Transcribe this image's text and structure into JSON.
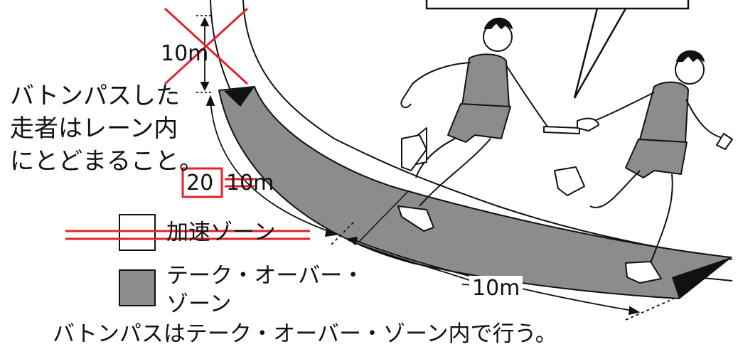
{
  "note": {
    "line1": "バトンパスした",
    "line2": "走者はレーン内",
    "line3": "にとどまること。"
  },
  "distances": {
    "top_struck": "10m",
    "middle_new": "20",
    "middle_struck": "10m",
    "bottom": "10m"
  },
  "legend": {
    "acceleration_zone": "加速ゾーン",
    "takeover_zone_line1": "テーク・オーバー・",
    "takeover_zone_line2": "ゾーン"
  },
  "caption": "バトンパスはテーク・オーバー・ゾーン内で行う。",
  "colors": {
    "zone_fill": "#8c8c8c",
    "correction_red": "#e0242c",
    "ink": "#111111"
  }
}
